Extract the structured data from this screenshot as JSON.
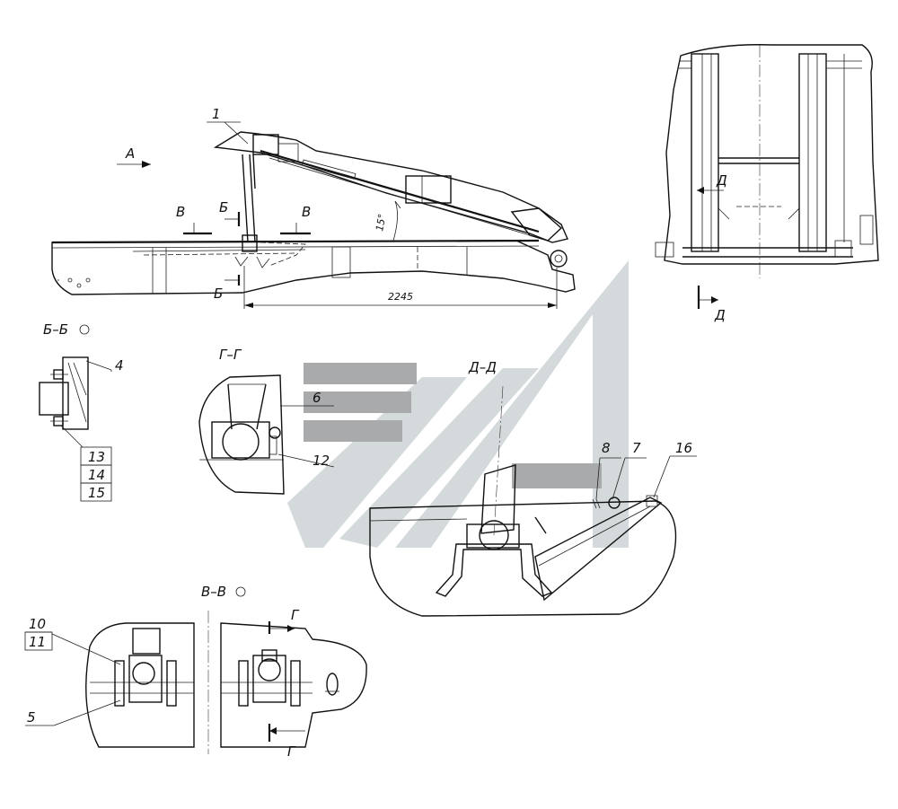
{
  "views": {
    "main": {
      "view_arrow": "А",
      "section_b": "Б",
      "section_v": "В",
      "angle": "15°",
      "dimension": "2245"
    },
    "top_right": {
      "section_d": "Д"
    },
    "section_bb": {
      "title": "Б–Б"
    },
    "section_gg": {
      "title": "Г–Г"
    },
    "section_dd": {
      "title": "Д–Д"
    },
    "section_vv": {
      "title": "В–В",
      "cut_g": "Г"
    }
  },
  "callouts": {
    "c1": "1",
    "c4": "4",
    "c5": "5",
    "c6": "6",
    "c7": "7",
    "c8": "8",
    "c10": "10",
    "c11": "11",
    "c12": "12",
    "c13": "13",
    "c14": "14",
    "c15": "15",
    "c16": "16"
  },
  "colors": {
    "ink": "#111111",
    "watermark_dark": "#a9aaab",
    "watermark_light": "#d4dadb"
  }
}
